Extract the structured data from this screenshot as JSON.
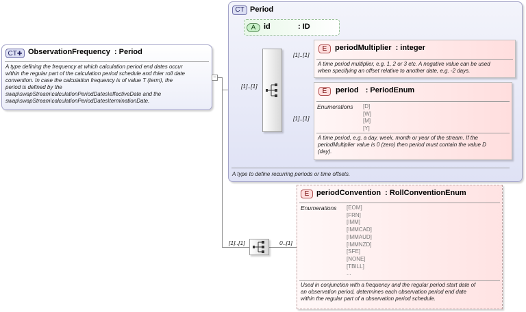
{
  "complex_type": {
    "badge": "CT",
    "name": "ObservationFrequency",
    "type": ": Period",
    "doc_lines": [
      "A type defining the frequency at which calculation period end dates occur",
      "within the regular part of the calculation period schedule and thier roll date",
      "convention. In case the calculation frequency is of value T (term), the",
      "period is defined by the",
      "swap\\swapStream\\calculationPeriodDates\\effectiveDate and the",
      "swap\\swapStream\\calculationPeriodDates\\terminationDate."
    ]
  },
  "period_type": {
    "badge": "CT",
    "name": "Period",
    "doc": "A type to define recurring periods or time offsets."
  },
  "attribute_id": {
    "badge": "A",
    "name": "id",
    "type": ": ID"
  },
  "period_sequence_card": "[1]..[1]",
  "period_multiplier": {
    "badge": "E",
    "name": "periodMultiplier",
    "type": ": integer",
    "card": "[1]..[1]",
    "doc_lines": [
      "A time period multiplier, e.g. 1, 2 or 3 etc. A negative value can be used",
      "when specifying an offset relative to another date, e.g. -2 days."
    ]
  },
  "period": {
    "badge": "E",
    "name": "period",
    "type": ": PeriodEnum",
    "card": "[1]..[1]",
    "enum_label": "Enumerations",
    "enums": [
      "[D]",
      "[W]",
      "[M]",
      "[Y]"
    ],
    "doc_lines": [
      "A time period, e.g. a day, week, month or year of the stream. If the",
      "periodMultiplier value is 0 (zero) then period must contain the value D",
      "(day)."
    ]
  },
  "outer_sequence_card": "[1]..[1]",
  "period_convention": {
    "badge": "E",
    "name": "periodConvention",
    "type": ": RollConventionEnum",
    "card": "0..[1]",
    "enum_label": "Enumerations",
    "enums": [
      "[EOM]",
      "[FRN]",
      "[IMM]",
      "[IMMCAD]",
      "[IMMAUD]",
      "[IMMNZD]",
      "[SFE]",
      "[NONE]",
      "[TBILL]",
      "..."
    ],
    "doc_lines": [
      "Used in conjunction with a frequency and the regular period start date of",
      "an observation period, determines each observation period end date",
      "within the regular part of a observation period schedule."
    ]
  }
}
